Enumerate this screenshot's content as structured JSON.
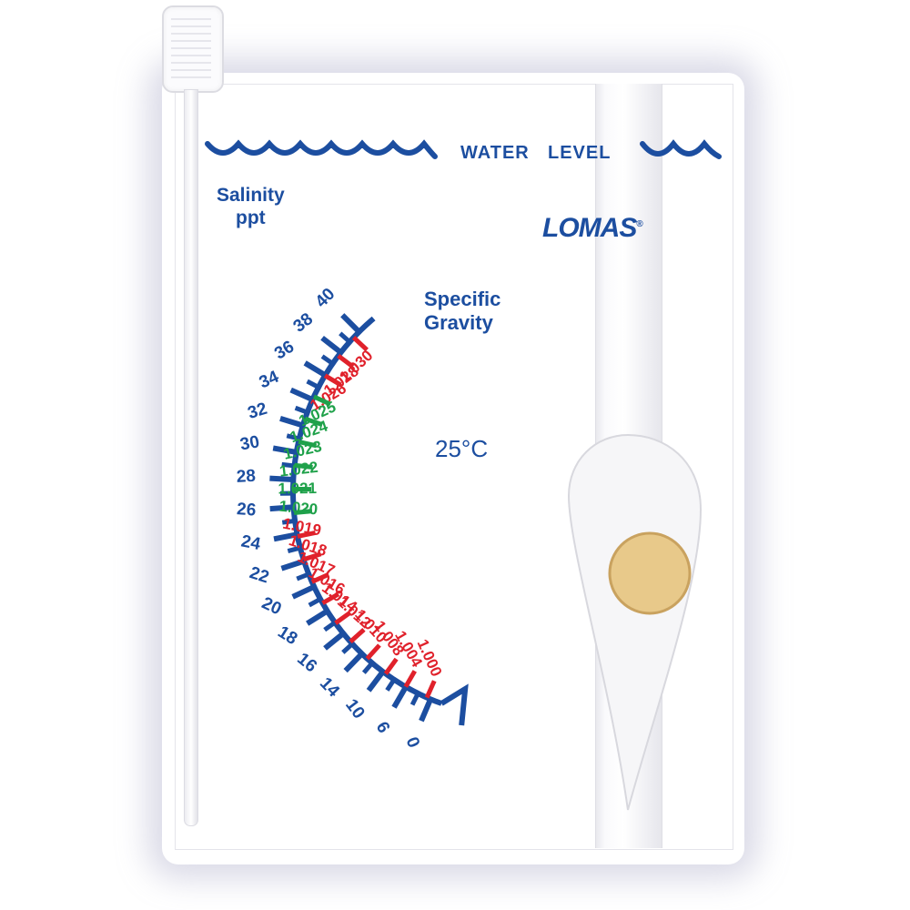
{
  "brand": {
    "logo_text": "LOMAS",
    "registered_mark": "®"
  },
  "labels": {
    "water_level_word1": "WATER",
    "water_level_word2": "LEVEL",
    "salinity_line1": "Salinity",
    "salinity_line2": "ppt",
    "specific_gravity_line1": "Specific",
    "specific_gravity_line2": "Gravity",
    "temperature": "25°C"
  },
  "scale": {
    "salinity_ticks": [
      "40",
      "38",
      "36",
      "34",
      "32",
      "30",
      "28",
      "26",
      "24",
      "22",
      "20",
      "18",
      "16",
      "14",
      "10",
      "6",
      "0"
    ],
    "specific_gravity_ticks": [
      {
        "value": "1.030",
        "band": "red"
      },
      {
        "value": "1.028",
        "band": "red"
      },
      {
        "value": "1.026",
        "band": "red"
      },
      {
        "value": "1.025",
        "band": "green"
      },
      {
        "value": "1.024",
        "band": "green"
      },
      {
        "value": "1.023",
        "band": "green"
      },
      {
        "value": "1.022",
        "band": "green"
      },
      {
        "value": "1.021",
        "band": "green"
      },
      {
        "value": "1.020",
        "band": "green"
      },
      {
        "value": "1.019",
        "band": "red"
      },
      {
        "value": "1.018",
        "band": "red"
      },
      {
        "value": "1.017",
        "band": "red"
      },
      {
        "value": "1.016",
        "band": "red"
      },
      {
        "value": "1.014",
        "band": "red"
      },
      {
        "value": "1.012",
        "band": "red"
      },
      {
        "value": "1.010",
        "band": "red"
      },
      {
        "value": "1.008",
        "band": "red"
      },
      {
        "value": "1.004",
        "band": "red"
      },
      {
        "value": "1.000",
        "band": "red"
      }
    ]
  },
  "colors": {
    "scale_blue": "#1c4ea0",
    "band_red": "#e0212b",
    "band_green": "#1fa14a",
    "float_disk": "#e8c98a"
  },
  "icons": {
    "water_wave": "wave-icon",
    "pointer": "teardrop-float",
    "dipper": "sampling-stick"
  }
}
